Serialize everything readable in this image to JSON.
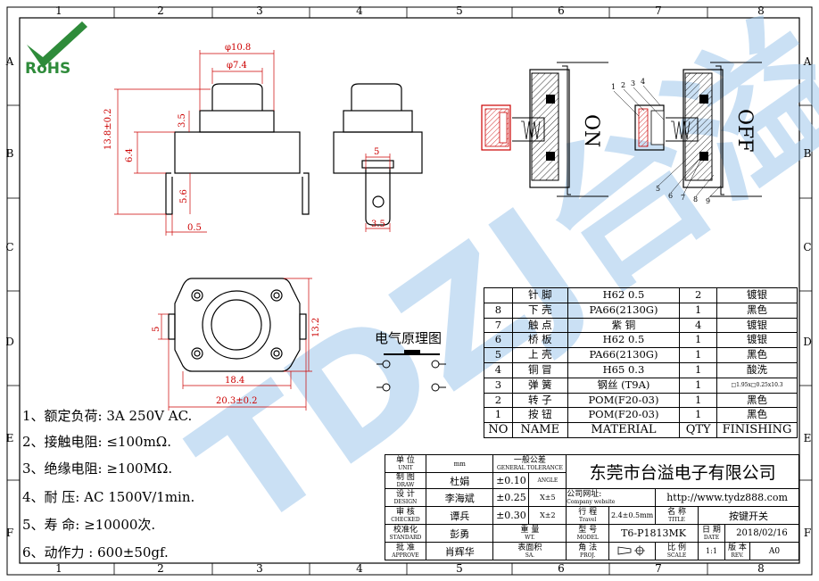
{
  "grid": {
    "cols": [
      "1",
      "2",
      "3",
      "4",
      "5",
      "6",
      "7",
      "8"
    ],
    "rows": [
      "A",
      "B",
      "C",
      "D",
      "E",
      "F"
    ]
  },
  "logo": {
    "text": "RoHS",
    "color": "#2e8b3a"
  },
  "watermark": {
    "text": "TDZJ台溢",
    "color": "#9fc8ec"
  },
  "dims": {
    "d1": "φ10.8",
    "d2": "φ7.4",
    "d3": "3.5",
    "d4": "13.8±0.2",
    "d5": "6.4",
    "d6": "5.6",
    "d7": "0.5",
    "d8": "5",
    "d9": "3.5",
    "d10": "5",
    "d11": "13.2",
    "d12": "18.4",
    "d13": "20.3±0.2"
  },
  "section": {
    "on_label": "ON",
    "off_label": "OFF",
    "callouts": [
      "1",
      "2",
      "3",
      "4",
      "5",
      "6",
      "7",
      "8",
      "9"
    ]
  },
  "schematic": {
    "title": "电气原理图"
  },
  "specs": [
    "1、额定负荷: 3A 250V AC.",
    "2、接触电阻: ≤100mΩ.",
    "3、绝缘电阻: ≥100MΩ.",
    "4、耐      压: AC 1500V/1min.",
    "5、寿      命: ≥10000次.",
    "6、动作力  : 600±50gf."
  ],
  "bom": {
    "rows": [
      {
        "no": "",
        "name": "针 脚",
        "material": "H62    0.5",
        "qty": "2",
        "finish": "镀银"
      },
      {
        "no": "8",
        "name": "下 壳",
        "material": "PA66(2130G)",
        "qty": "1",
        "finish": "黑色"
      },
      {
        "no": "7",
        "name": "触 点",
        "material": "紫  铜",
        "qty": "4",
        "finish": "镀银"
      },
      {
        "no": "6",
        "name": "桥 板",
        "material": "H62    0.5",
        "qty": "1",
        "finish": "镀银"
      },
      {
        "no": "5",
        "name": "上 壳",
        "material": "PA66(2130G)",
        "qty": "1",
        "finish": "黑色"
      },
      {
        "no": "4",
        "name": "铜 冒",
        "material": "H65    0.3",
        "qty": "1",
        "finish": "酸洗"
      },
      {
        "no": "3",
        "name": "弹 簧",
        "material": "钢丝 (T9A)",
        "qty": "1",
        "finish": "□1.95x□0.25x10.3"
      },
      {
        "no": "2",
        "name": "转 子",
        "material": "POM(F20-03)",
        "qty": "1",
        "finish": "黑色"
      },
      {
        "no": "1",
        "name": "按 钮",
        "material": "POM(F20-03)",
        "qty": "1",
        "finish": "黑色"
      }
    ],
    "header": {
      "no": "NO",
      "name": "NAME",
      "material": "MATERIAL",
      "qty": "QTY",
      "finish": "FINISHING"
    }
  },
  "title_block": {
    "unit_cn": "单 位",
    "unit_en": "UNIT",
    "unit_val": "mm",
    "tol_cn": "一般公差",
    "tol_en": "GENERAL TOLERANCE",
    "tol1": "±0.10",
    "tol1r": "ANGLE",
    "tol2": "±0.25",
    "tol2r": "X±5",
    "tol3": "±0.30",
    "tol3r": "X±2",
    "company": "东莞市台溢电子有限公司",
    "drawn_cn": "制 图",
    "drawn_en": "DRAW",
    "drawn_val": "杜娟",
    "design_cn": "设 计",
    "design_en": "DESIGN",
    "design_val": "李海斌",
    "website_cn": "公司网址:",
    "website_en": "Company website",
    "website": "http://www.tydz888.com",
    "checked_cn": "审 核",
    "checked_en": "CHECKED",
    "checked_val": "谭兵",
    "travel_cn": "行 程",
    "travel_en": "Travel",
    "travel_val": "2.4±0.5mm",
    "name_cn": "名 称",
    "name_en": "TITLE",
    "name_val": "按键开关",
    "std_cn": "校准化",
    "std_en": "STANDARD",
    "std_val": "彭勇",
    "wt_cn": "重 量",
    "wt_en": "WT.",
    "model_cn": "型 号",
    "model_en": "MODEL",
    "model_val": "T6-P1813MK",
    "date_cn": "日 期",
    "date_en": "DATE",
    "date_val": "2018/02/16",
    "approve_cn": "批 准",
    "approve_en": "APPROVE",
    "approve_val": "肖辉华",
    "surface_cn": "表面积",
    "surface_en": "SA.",
    "proj_cn": "角 法",
    "proj_en": "PROJ.",
    "scale_cn": "比 例",
    "scale_en": "SCALE",
    "scale_val": "1:1",
    "rev_cn": "版 本",
    "rev_en": "REV.",
    "rev_val": "A0"
  }
}
